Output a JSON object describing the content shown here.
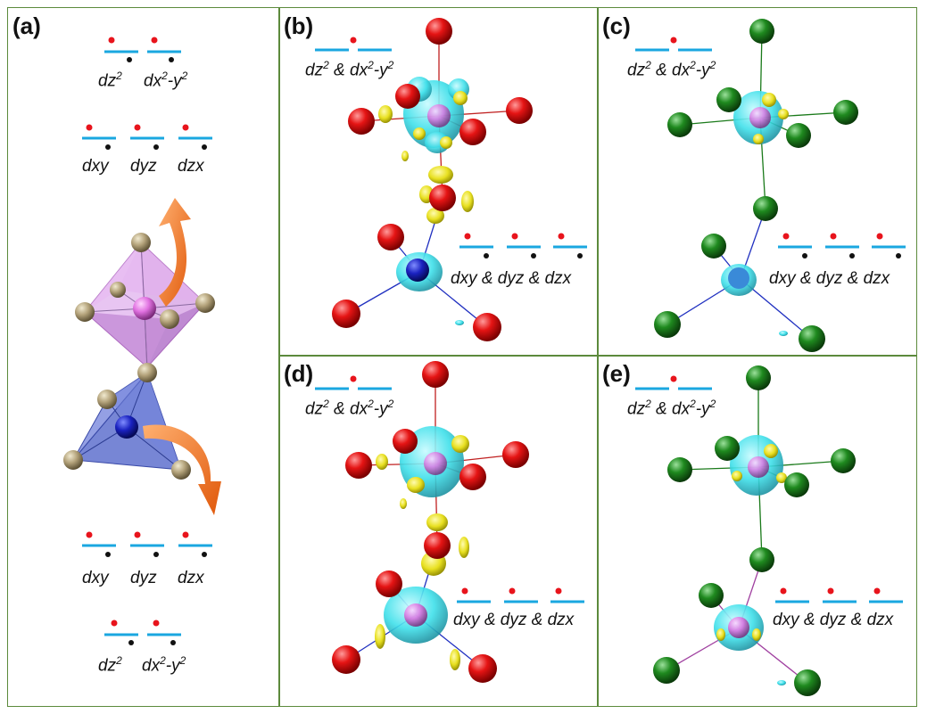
{
  "panels": {
    "a": {
      "label": "(a)"
    },
    "b": {
      "label": "(b)"
    },
    "c": {
      "label": "(c)"
    },
    "d": {
      "label": "(d)"
    },
    "e": {
      "label": "(e)"
    }
  },
  "orbitals": {
    "dz2": "dz",
    "dx2y2_pre": "dx",
    "dx2y2_mid": "-y",
    "sup2": "2",
    "dxy": "dxy",
    "dyz": "dyz",
    "dzx": "dzx",
    "eg_combined_1": "dz",
    "eg_combined_2": " & dx",
    "eg_combined_3": "-y",
    "t2g_combined": "dxy & dyz & dzx"
  },
  "colors": {
    "frame": "#5c8a3c",
    "level_line": "#1aa7e0",
    "spin_up": "#e8141c",
    "spin_down": "#111111",
    "oxygen": "#e01010",
    "chlorine_like": "#1f7a1f",
    "octahedron": "#c98adf",
    "tetrahedron": "#4a5dc7",
    "ligand": "#b3a27a",
    "arrow": "#f07a1e",
    "isosurface_cyan": "#3fe0ea",
    "isosurface_yellow": "#e8e020"
  }
}
